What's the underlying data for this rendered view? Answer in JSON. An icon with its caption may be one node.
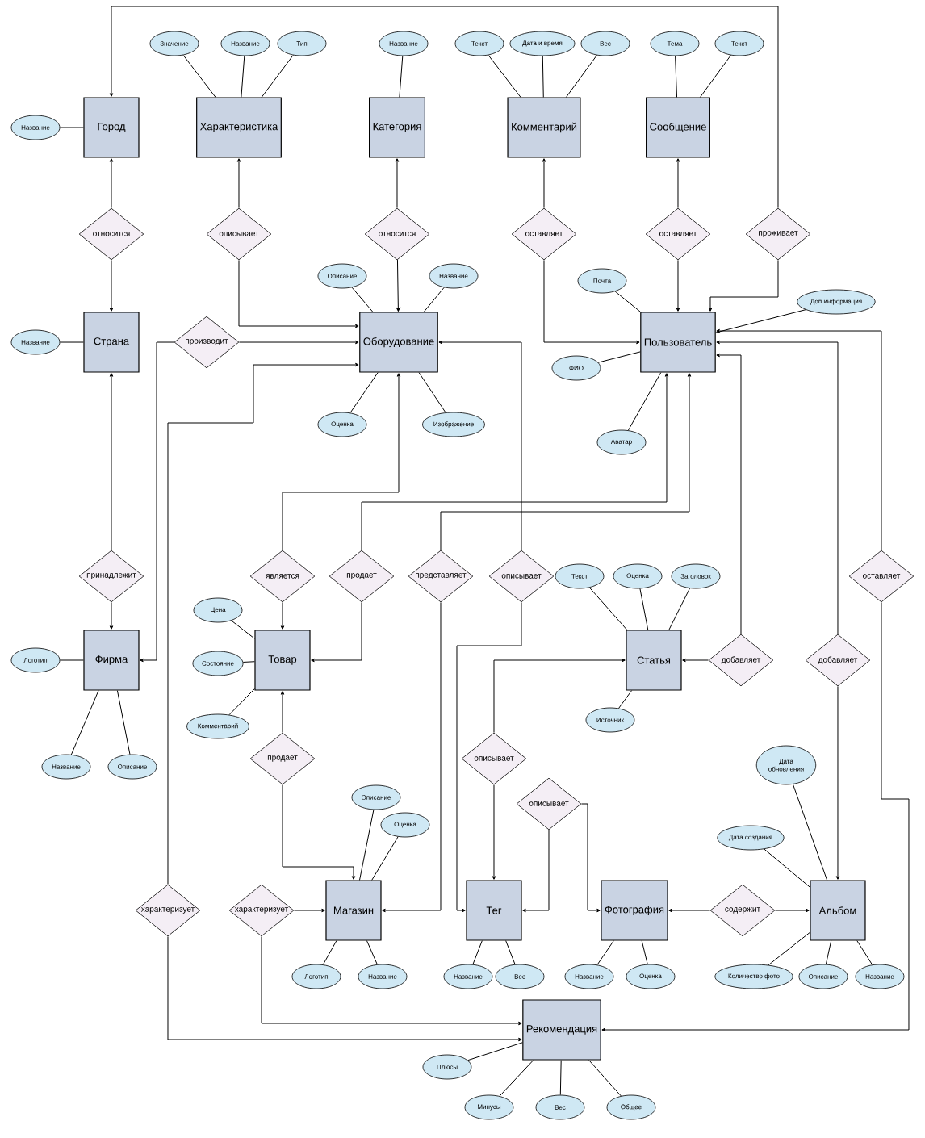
{
  "diagram": {
    "nodes": [
      {
        "text": [
          "Город"
        ]
      },
      {
        "text": [
          "Характеристика"
        ]
      },
      {
        "text": [
          "Категория"
        ]
      },
      {
        "text": [
          "Комментарий"
        ]
      },
      {
        "text": [
          "Сообщение"
        ]
      },
      {
        "text": [
          "Страна"
        ]
      },
      {
        "text": [
          "Оборудование"
        ]
      },
      {
        "text": [
          "Пользователь"
        ]
      },
      {
        "text": [
          "Фирма"
        ]
      },
      {
        "text": [
          "Товар"
        ]
      },
      {
        "text": [
          "Статья"
        ]
      },
      {
        "text": [
          "Магазин"
        ]
      },
      {
        "text": [
          "Тег"
        ]
      },
      {
        "text": [
          "Фотография"
        ]
      },
      {
        "text": [
          "Альбом"
        ]
      },
      {
        "text": [
          "Рекомендация"
        ]
      },
      {
        "text": [
          "относится"
        ]
      },
      {
        "text": [
          "описывает"
        ]
      },
      {
        "text": [
          "относится"
        ]
      },
      {
        "text": [
          "оставляет"
        ]
      },
      {
        "text": [
          "оставляет"
        ]
      },
      {
        "text": [
          "проживает"
        ]
      },
      {
        "text": [
          "производит"
        ]
      },
      {
        "text": [
          "принадлежит"
        ]
      },
      {
        "text": [
          "является"
        ]
      },
      {
        "text": [
          "продает"
        ]
      },
      {
        "text": [
          "представляет"
        ]
      },
      {
        "text": [
          "описывает"
        ]
      },
      {
        "text": [
          "добавляет"
        ]
      },
      {
        "text": [
          "добавляет"
        ]
      },
      {
        "text": [
          "оставляет"
        ]
      },
      {
        "text": [
          "продает"
        ]
      },
      {
        "text": [
          "описывает"
        ]
      },
      {
        "text": [
          "описывает"
        ]
      },
      {
        "text": [
          "содержит"
        ]
      },
      {
        "text": [
          "характеризует"
        ]
      },
      {
        "text": [
          "характеризует"
        ]
      },
      {
        "text": [
          "Название"
        ]
      },
      {
        "text": [
          "Значение"
        ]
      },
      {
        "text": [
          "Название"
        ]
      },
      {
        "text": [
          "Тип"
        ]
      },
      {
        "text": [
          "Название"
        ]
      },
      {
        "text": [
          "Текст"
        ]
      },
      {
        "text": [
          "Дата и время"
        ]
      },
      {
        "text": [
          "Вес"
        ]
      },
      {
        "text": [
          "Тема"
        ]
      },
      {
        "text": [
          "Текст"
        ]
      },
      {
        "text": [
          "Название"
        ]
      },
      {
        "text": [
          "Описание"
        ]
      },
      {
        "text": [
          "Название"
        ]
      },
      {
        "text": [
          "Оценка"
        ]
      },
      {
        "text": [
          "Изображение"
        ]
      },
      {
        "text": [
          "Почта"
        ]
      },
      {
        "text": [
          "Доп информация"
        ]
      },
      {
        "text": [
          "ФИО"
        ]
      },
      {
        "text": [
          "Аватар"
        ]
      },
      {
        "text": [
          "Логотип"
        ]
      },
      {
        "text": [
          "Название"
        ]
      },
      {
        "text": [
          "Описание"
        ]
      },
      {
        "text": [
          "Цена"
        ]
      },
      {
        "text": [
          "Состояние"
        ]
      },
      {
        "text": [
          "Комментарий"
        ]
      },
      {
        "text": [
          "Текст"
        ]
      },
      {
        "text": [
          "Оценка"
        ]
      },
      {
        "text": [
          "Заголовок"
        ]
      },
      {
        "text": [
          "Источник"
        ]
      },
      {
        "text": [
          "Описание"
        ]
      },
      {
        "text": [
          "Оценка"
        ]
      },
      {
        "text": [
          "Логотип"
        ]
      },
      {
        "text": [
          "Название"
        ]
      },
      {
        "text": [
          "Название"
        ]
      },
      {
        "text": [
          "Вес"
        ]
      },
      {
        "text": [
          "Название"
        ]
      },
      {
        "text": [
          "Оценка"
        ]
      },
      {
        "text": [
          "Дата обновления"
        ]
      },
      {
        "text": [
          "Дата создания"
        ]
      },
      {
        "text": [
          "Количество фото"
        ]
      },
      {
        "text": [
          "Описание"
        ]
      },
      {
        "text": [
          "Название"
        ]
      },
      {
        "text": [
          "Плюсы"
        ]
      },
      {
        "text": [
          "Минусы"
        ]
      },
      {
        "text": [
          "Вес"
        ]
      },
      {
        "text": [
          "Общее"
        ]
      }
    ],
    "edges": [
      {
        "from": 16,
        "to": 0,
        "arrow": "to"
      },
      {
        "from": 16,
        "to": 5,
        "arrow": "to"
      },
      {
        "from": 17,
        "to": 1,
        "arrow": "to"
      },
      {
        "from": 17,
        "to": 6,
        "arrow": "to"
      },
      {
        "from": 18,
        "to": 2,
        "arrow": "to"
      },
      {
        "from": 18,
        "to": 6,
        "arrow": "to"
      },
      {
        "from": 19,
        "to": 3,
        "arrow": "to"
      },
      {
        "from": 19,
        "to": 7,
        "arrow": "to"
      },
      {
        "from": 20,
        "to": 4,
        "arrow": "to"
      },
      {
        "from": 20,
        "to": 7,
        "arrow": "to"
      },
      {
        "from": 21,
        "to": 0,
        "arrow": "to"
      },
      {
        "from": 21,
        "to": 7,
        "arrow": "to"
      },
      {
        "from": 22,
        "to": 6,
        "arrow": "to"
      },
      {
        "from": 22,
        "to": 8,
        "arrow": "to"
      },
      {
        "from": 23,
        "to": 5,
        "arrow": "to"
      },
      {
        "from": 23,
        "to": 8,
        "arrow": "to"
      },
      {
        "from": 24,
        "to": 6,
        "arrow": "to"
      },
      {
        "from": 24,
        "to": 9,
        "arrow": "to"
      },
      {
        "from": 25,
        "to": 7,
        "arrow": "to"
      },
      {
        "from": 25,
        "to": 9,
        "arrow": "to"
      },
      {
        "from": 26,
        "to": 7,
        "arrow": "to"
      },
      {
        "from": 26,
        "to": 11,
        "arrow": "to"
      },
      {
        "from": 27,
        "to": 6,
        "arrow": "to"
      },
      {
        "from": 27,
        "to": 12,
        "arrow": "to"
      },
      {
        "from": 28,
        "to": 10,
        "arrow": "to"
      },
      {
        "from": 28,
        "to": 7,
        "arrow": "to"
      },
      {
        "from": 29,
        "to": 14,
        "arrow": "to"
      },
      {
        "from": 29,
        "to": 7,
        "arrow": "to"
      },
      {
        "from": 30,
        "to": 7,
        "arrow": "to"
      },
      {
        "from": 30,
        "to": 15,
        "arrow": "to"
      },
      {
        "from": 31,
        "to": 9,
        "arrow": "to"
      },
      {
        "from": 31,
        "to": 11,
        "arrow": "to"
      },
      {
        "from": 32,
        "to": 10,
        "arrow": "to"
      },
      {
        "from": 32,
        "to": 12,
        "arrow": "to"
      },
      {
        "from": 33,
        "to": 12,
        "arrow": "to"
      },
      {
        "from": 33,
        "to": 13,
        "arrow": "to"
      },
      {
        "from": 34,
        "to": 13,
        "arrow": "to"
      },
      {
        "from": 34,
        "to": 14,
        "arrow": "to"
      },
      {
        "from": 35,
        "to": 6,
        "arrow": "to"
      },
      {
        "from": 35,
        "to": 15,
        "arrow": "to"
      },
      {
        "from": 36,
        "to": 11,
        "arrow": "to"
      },
      {
        "from": 36,
        "to": 15,
        "arrow": "to"
      },
      {
        "from": 37,
        "to": 0,
        "arrow": "none"
      },
      {
        "from": 38,
        "to": 1,
        "arrow": "none"
      },
      {
        "from": 39,
        "to": 1,
        "arrow": "none"
      },
      {
        "from": 40,
        "to": 1,
        "arrow": "none"
      },
      {
        "from": 41,
        "to": 2,
        "arrow": "none"
      },
      {
        "from": 42,
        "to": 3,
        "arrow": "none"
      },
      {
        "from": 43,
        "to": 3,
        "arrow": "none"
      },
      {
        "from": 44,
        "to": 3,
        "arrow": "none"
      },
      {
        "from": 45,
        "to": 4,
        "arrow": "none"
      },
      {
        "from": 46,
        "to": 4,
        "arrow": "none"
      },
      {
        "from": 47,
        "to": 5,
        "arrow": "none"
      },
      {
        "from": 48,
        "to": 6,
        "arrow": "none"
      },
      {
        "from": 49,
        "to": 6,
        "arrow": "none"
      },
      {
        "from": 50,
        "to": 6,
        "arrow": "none"
      },
      {
        "from": 51,
        "to": 6,
        "arrow": "none"
      },
      {
        "from": 52,
        "to": 7,
        "arrow": "none"
      },
      {
        "from": 53,
        "to": 7,
        "arrow": "none"
      },
      {
        "from": 54,
        "to": 7,
        "arrow": "none"
      },
      {
        "from": 55,
        "to": 7,
        "arrow": "none"
      },
      {
        "from": 56,
        "to": 8,
        "arrow": "none"
      },
      {
        "from": 57,
        "to": 8,
        "arrow": "none"
      },
      {
        "from": 58,
        "to": 8,
        "arrow": "none"
      },
      {
        "from": 59,
        "to": 9,
        "arrow": "none"
      },
      {
        "from": 60,
        "to": 9,
        "arrow": "none"
      },
      {
        "from": 61,
        "to": 9,
        "arrow": "none"
      },
      {
        "from": 62,
        "to": 10,
        "arrow": "none"
      },
      {
        "from": 63,
        "to": 10,
        "arrow": "none"
      },
      {
        "from": 64,
        "to": 10,
        "arrow": "none"
      },
      {
        "from": 65,
        "to": 10,
        "arrow": "none"
      },
      {
        "from": 66,
        "to": 11,
        "arrow": "none"
      },
      {
        "from": 67,
        "to": 11,
        "arrow": "none"
      },
      {
        "from": 68,
        "to": 11,
        "arrow": "none"
      },
      {
        "from": 69,
        "to": 11,
        "arrow": "none"
      },
      {
        "from": 70,
        "to": 12,
        "arrow": "none"
      },
      {
        "from": 71,
        "to": 12,
        "arrow": "none"
      },
      {
        "from": 72,
        "to": 13,
        "arrow": "none"
      },
      {
        "from": 73,
        "to": 13,
        "arrow": "none"
      },
      {
        "from": 74,
        "to": 14,
        "arrow": "none"
      },
      {
        "from": 75,
        "to": 14,
        "arrow": "none"
      },
      {
        "from": 76,
        "to": 14,
        "arrow": "none"
      },
      {
        "from": 77,
        "to": 14,
        "arrow": "none"
      },
      {
        "from": 78,
        "to": 14,
        "arrow": "none"
      },
      {
        "from": 79,
        "to": 15,
        "arrow": "none"
      },
      {
        "from": 80,
        "to": 15,
        "arrow": "none"
      },
      {
        "from": 81,
        "to": 15,
        "arrow": "none"
      },
      {
        "from": 82,
        "to": 15,
        "arrow": "none"
      }
    ]
  }
}
